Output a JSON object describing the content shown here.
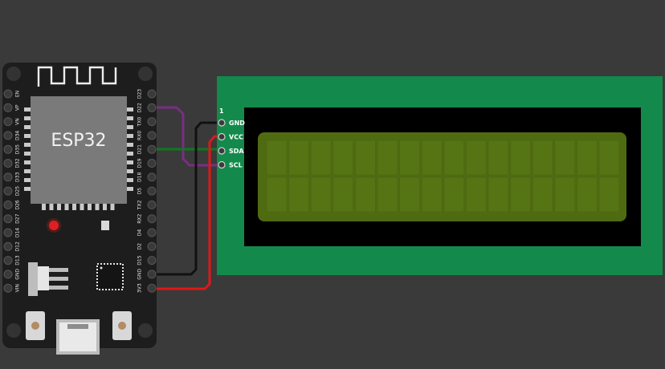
{
  "board": {
    "chip_label": "ESP32",
    "left_pins": [
      "EN",
      "VP",
      "VN",
      "D34",
      "D35",
      "D32",
      "D33",
      "D25",
      "D26",
      "D27",
      "D14",
      "D12",
      "D13",
      "GND",
      "VIN"
    ],
    "right_pins": [
      "D23",
      "D22",
      "TX0",
      "RX0",
      "D21",
      "D19",
      "D18",
      "D5",
      "TX2",
      "RX2",
      "D4",
      "D2",
      "D15",
      "GND",
      "3V3"
    ]
  },
  "lcd": {
    "pin1_marker": "1",
    "pins": [
      "GND",
      "VCC",
      "SDA",
      "SCL"
    ],
    "rows": 2,
    "columns": 16
  },
  "wires": [
    {
      "from": "D22",
      "to": "SCL",
      "color": "#7b2d84"
    },
    {
      "from": "D21",
      "to": "SDA",
      "color": "#0f7a1e"
    },
    {
      "from": "GND",
      "to": "GND",
      "color": "#111111"
    },
    {
      "from": "3V3",
      "to": "VCC",
      "color": "#e01818"
    }
  ],
  "colors": {
    "background": "#3a3a3a",
    "board": "#1d1d1d",
    "lcd_pcb": "#138a4b",
    "lcd_screen": "#4f6b12"
  }
}
